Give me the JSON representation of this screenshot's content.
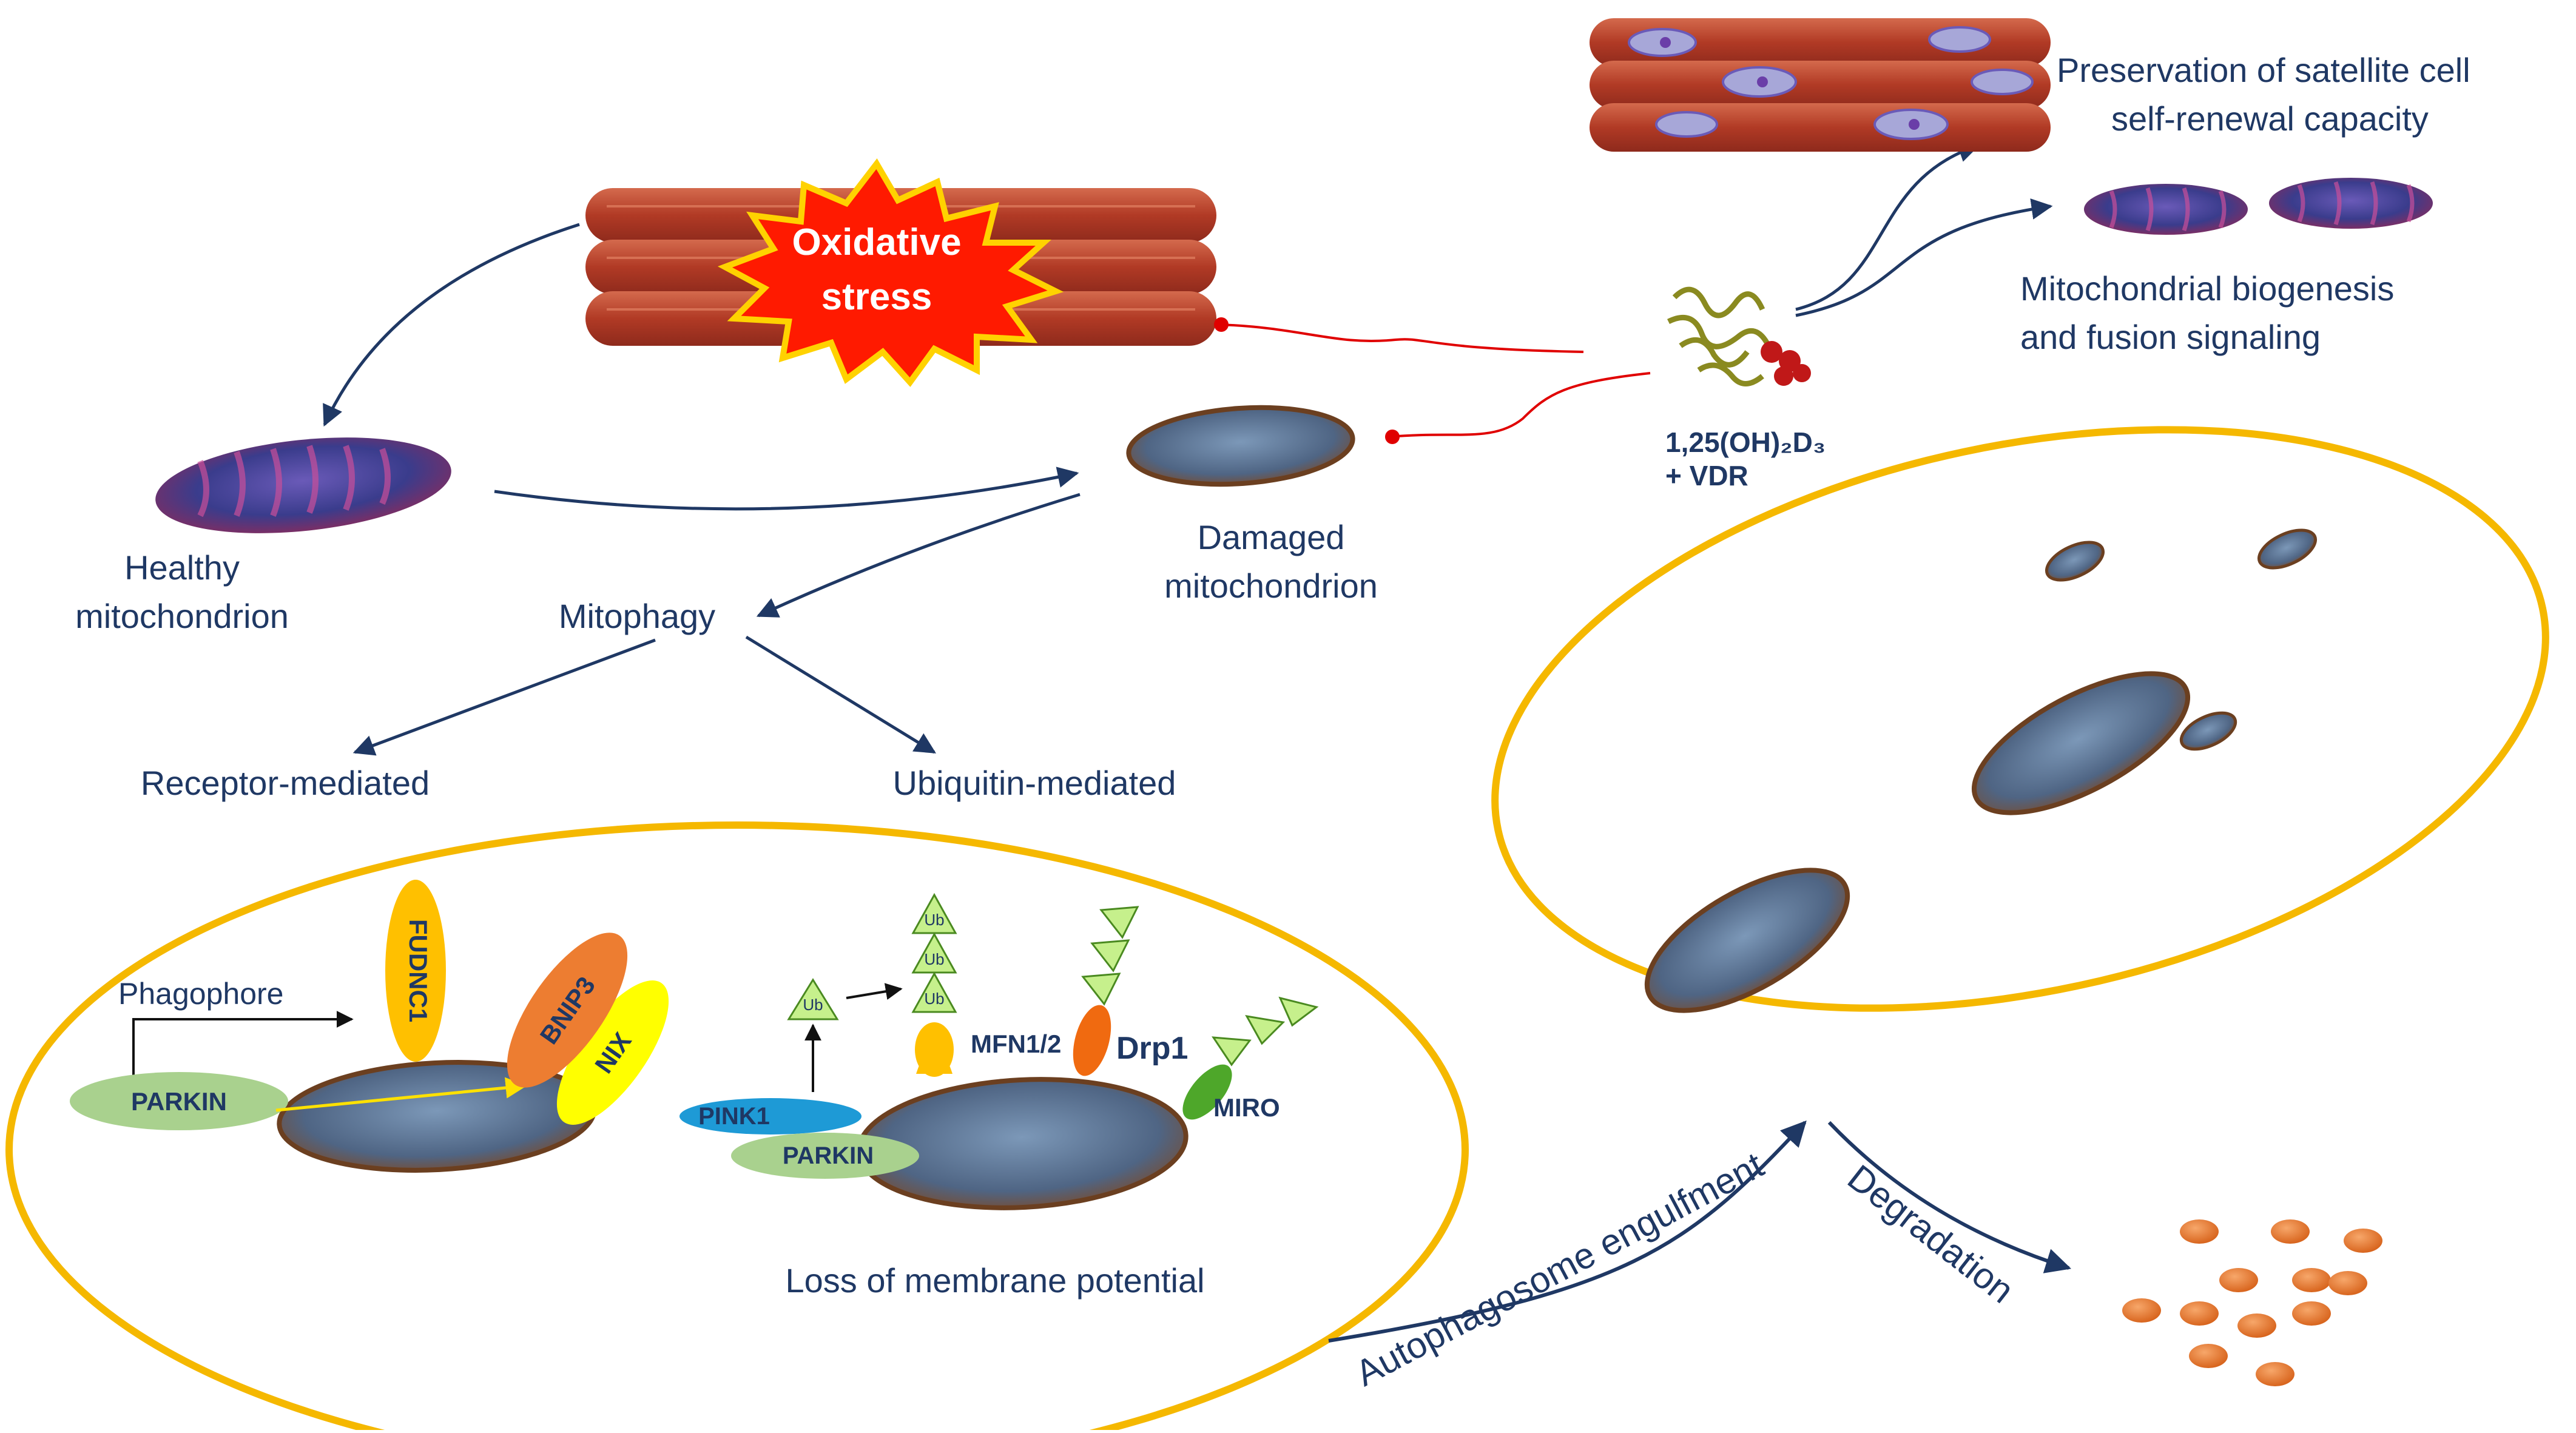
{
  "labels": {
    "oxidative_line1": "Oxidative",
    "oxidative_line2": "stress",
    "healthy_line1": "Healthy",
    "healthy_line2": "mitochondrion",
    "damaged_line1": "Damaged",
    "damaged_line2": "mitochondrion",
    "mitophagy": "Mitophagy",
    "receptor_mediated": "Receptor-mediated",
    "ubiquitin_mediated": "Ubiquitin-mediated",
    "phagophore": "Phagophore",
    "loss_membrane": "Loss of membrane potential",
    "satellite_line1": "Preservation  of satellite cell",
    "satellite_line2": "self-renewal  capacity",
    "biogenesis_line1": "Mitochondrial biogenesis",
    "biogenesis_line2": "and fusion signaling",
    "vdr_line1": "1,25(OH)₂D₃",
    "vdr_line2": "+ VDR",
    "autophagosome": "Autophagosome engulfment",
    "degradation": "Degradation"
  },
  "proteins": {
    "parkin_left": "PARKIN",
    "fudnc1": "FUDNC1",
    "bnip3": "BNIP3",
    "nix": "NIX",
    "pink1": "PINK1",
    "parkin_right": "PARKIN",
    "ub": "Ub",
    "mfn": "MFN1/2",
    "drp1": "Drp1",
    "miro": "MIRO"
  },
  "colors": {
    "text_navy": "#1f3864",
    "arrow_navy": "#1f3864",
    "inhibit_red": "#e00000",
    "oval_gold": "#f5b800",
    "muscle_red": "#b8402c",
    "burst_red": "#ff1a00",
    "burst_yellow": "#ffd200",
    "parkin_green": "#a9d18e",
    "pink1_blue": "#1e9ad6",
    "fudnc1_yellow": "#ffc000",
    "bnip3_orange": "#ed7d31",
    "nix_yellow": "#ffff00",
    "ub_green": "#c6f08c",
    "mfn_yellow": "#ffc000",
    "drp1_orange": "#f06a10",
    "miro_green": "#4ea72a",
    "debris_orange": "#ed7d31"
  }
}
